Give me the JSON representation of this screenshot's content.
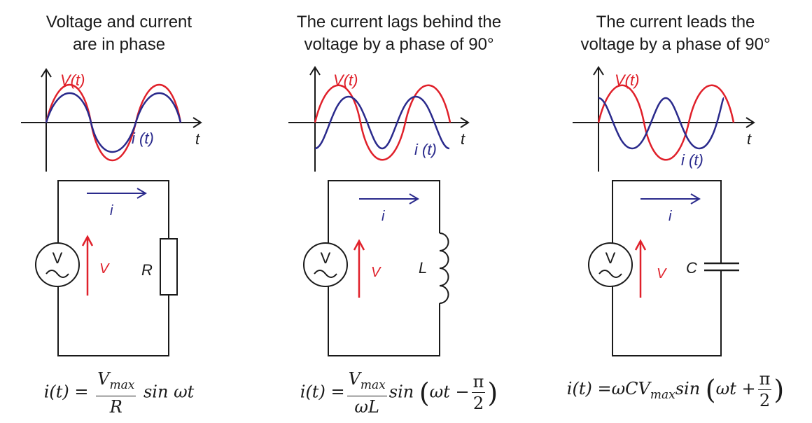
{
  "panels": [
    {
      "title_line1": "Voltage and current",
      "title_line2": "are in phase",
      "voltage_label": "V(t)",
      "current_label": "i (t)",
      "time_axis_label": "t",
      "arrow_current_label": "i",
      "arrow_voltage_label": "V",
      "source_symbol": "V",
      "component_label": "R",
      "component_type": "resistor",
      "equation": {
        "lhs": "i(t) =",
        "numerator": "V",
        "numerator_sub": "max",
        "denominator": "R",
        "tail": "sin ωt"
      }
    },
    {
      "title_line1": "The current lags behind the",
      "title_line2": "voltage by a phase of 90°",
      "voltage_label": "V(t)",
      "current_label": "i (t)",
      "time_axis_label": "t",
      "arrow_current_label": "i",
      "arrow_voltage_label": "V",
      "source_symbol": "V",
      "component_label": "L",
      "component_type": "inductor",
      "equation": {
        "lhs": "i(t) =",
        "numerator": "V",
        "numerator_sub": "max",
        "denominator": "ωL",
        "tail_func": "sin",
        "inner": "ωt −",
        "pi_num": "π",
        "pi_den": "2"
      }
    },
    {
      "title_line1": "The current leads the",
      "title_line2": "voltage by a phase of 90°",
      "voltage_label": "V(t)",
      "current_label": "i (t)",
      "time_axis_label": "t",
      "arrow_current_label": "i",
      "arrow_voltage_label": "V",
      "source_symbol": "V",
      "component_label": "C",
      "component_type": "capacitor",
      "equation": {
        "lhs": "i(t) =",
        "prefix": "ωCV",
        "prefix_sub": "max",
        "tail_func": "sin",
        "inner": "ωt +",
        "pi_num": "π",
        "pi_den": "2"
      }
    }
  ],
  "colors": {
    "voltage": "#e0202a",
    "current": "#2a2a8c",
    "wire": "#1a1a1a"
  }
}
